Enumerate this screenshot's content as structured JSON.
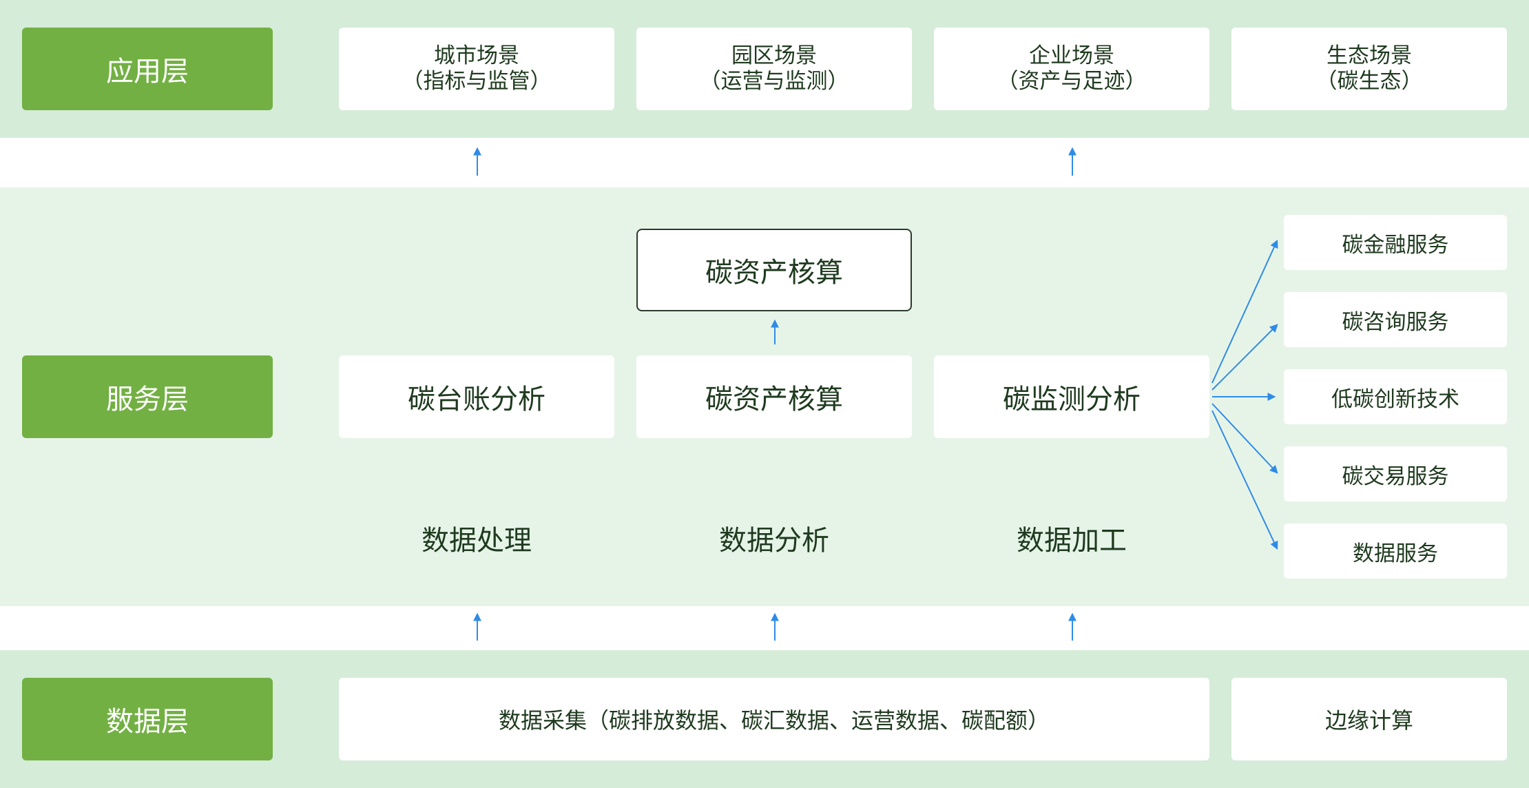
{
  "layers": {
    "application": {
      "label": "应用层",
      "items": [
        {
          "line1": "城市场景",
          "line2": "（指标与监管）"
        },
        {
          "line1": "园区场景",
          "line2": "（运营与监测）"
        },
        {
          "line1": "企业场景",
          "line2": "（资产与足迹）"
        },
        {
          "line1": "生态场景",
          "line2": "（碳生态）"
        }
      ]
    },
    "service": {
      "label": "服务层",
      "top_box": "碳资产核算",
      "middle_boxes": [
        "碳台账分析",
        "碳资产核算",
        "碳监测分析"
      ],
      "processing": [
        "数据处理",
        "数据分析",
        "数据加工"
      ],
      "side_services": [
        "碳金融服务",
        "碳咨询服务",
        "低碳创新技术",
        "碳交易服务",
        "数据服务"
      ]
    },
    "data": {
      "label": "数据层",
      "collection": "数据采集（碳排放数据、碳汇数据、运营数据、碳配额）",
      "edge": "边缘计算"
    }
  },
  "colors": {
    "band_outer": "#d5ecd8",
    "band_service": "#e6f4e8",
    "label_green": "#72b043",
    "arrow_blue": "#2f8be6"
  }
}
